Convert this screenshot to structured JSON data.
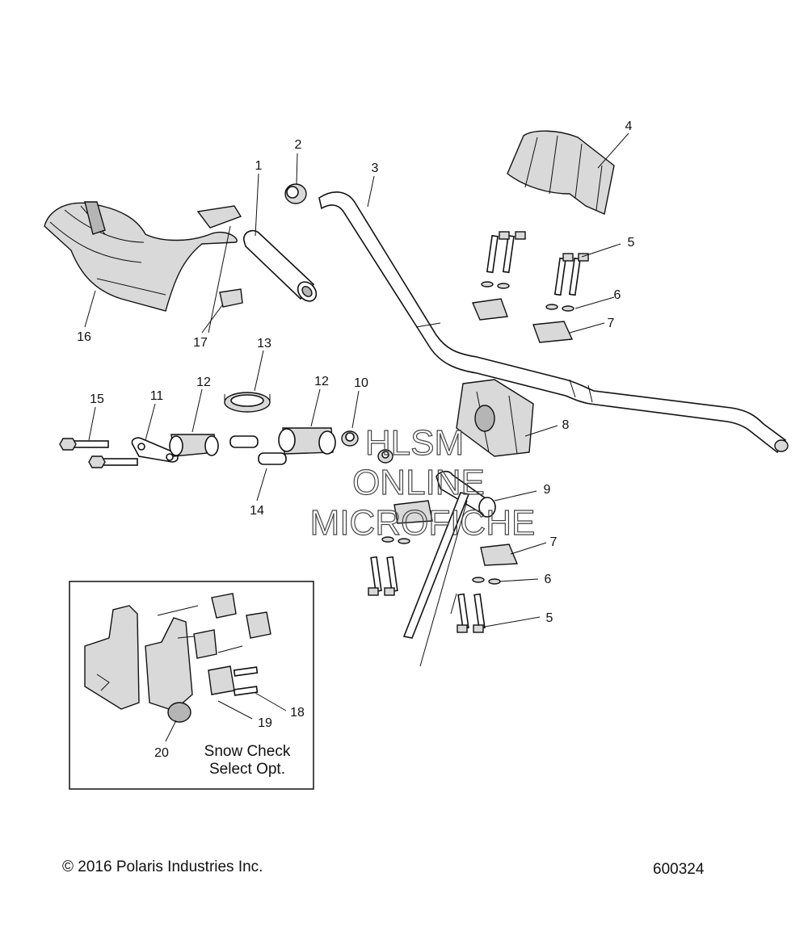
{
  "diagram": {
    "callouts": [
      {
        "id": "c1",
        "label": "1"
      },
      {
        "id": "c2",
        "label": "2"
      },
      {
        "id": "c3",
        "label": "3"
      },
      {
        "id": "c4",
        "label": "4"
      },
      {
        "id": "c5a",
        "label": "5"
      },
      {
        "id": "c6a",
        "label": "6"
      },
      {
        "id": "c7a",
        "label": "7"
      },
      {
        "id": "c8",
        "label": "8"
      },
      {
        "id": "c9",
        "label": "9"
      },
      {
        "id": "c7b",
        "label": "7"
      },
      {
        "id": "c6b",
        "label": "6"
      },
      {
        "id": "c5b",
        "label": "5"
      },
      {
        "id": "c10",
        "label": "10"
      },
      {
        "id": "c11",
        "label": "11"
      },
      {
        "id": "c12a",
        "label": "12"
      },
      {
        "id": "c12b",
        "label": "12"
      },
      {
        "id": "c13",
        "label": "13"
      },
      {
        "id": "c14",
        "label": "14"
      },
      {
        "id": "c15",
        "label": "15"
      },
      {
        "id": "c16",
        "label": "16"
      },
      {
        "id": "c17",
        "label": "17"
      },
      {
        "id": "c18",
        "label": "18"
      },
      {
        "id": "c19",
        "label": "19"
      },
      {
        "id": "c20",
        "label": "20"
      }
    ],
    "watermark": [
      "HLSM",
      "ONLINE",
      "MICROFICHE"
    ],
    "inset_note": [
      "Snow Check",
      "Select Opt."
    ]
  },
  "footer": {
    "copyright": "© 2016 Polaris Industries Inc.",
    "figure_number": "600324"
  }
}
